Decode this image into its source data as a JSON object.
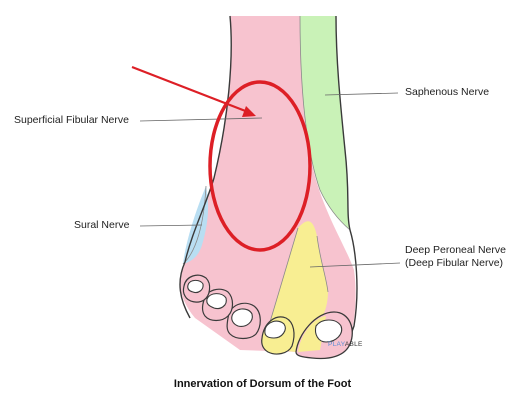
{
  "labels": {
    "superficial_fibular": "Superficial Fibular Nerve",
    "sural": "Sural Nerve",
    "saphenous": "Saphenous Nerve",
    "deep_peroneal_line1": "Deep Peroneal Nerve",
    "deep_peroneal_line2": "(Deep Fibular Nerve)"
  },
  "caption": "Innervation of Dorsum of the Foot",
  "watermark": {
    "part1": "PLAY",
    "part2": "ABLE"
  },
  "colors": {
    "superficial_fibular": "#f7c3cf",
    "sural": "#b9def2",
    "saphenous": "#c9f2b7",
    "deep_peroneal": "#f8ee92",
    "outline": "#3a3a3a",
    "annotation_red": "#dd1f26"
  }
}
